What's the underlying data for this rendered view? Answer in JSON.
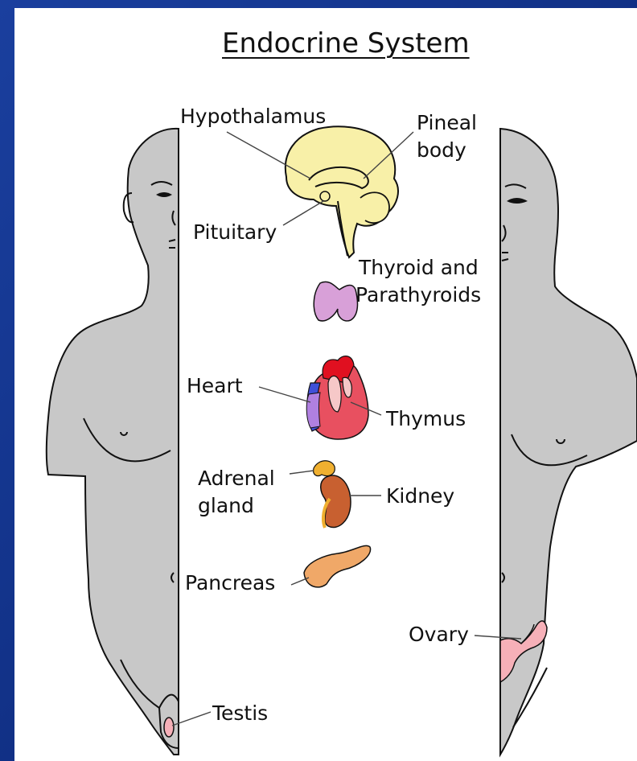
{
  "title": "Endocrine System",
  "labels": {
    "hypothalamus": "Hypothalamus",
    "pineal": [
      "Pineal",
      "body"
    ],
    "pituitary": "Pituitary",
    "thyroid": [
      "Thyroid and",
      "Parathyroids"
    ],
    "heart": "Heart",
    "thymus": "Thymus",
    "adrenal": [
      "Adrenal",
      "gland"
    ],
    "kidney": "Kidney",
    "pancreas": "Pancreas",
    "ovary": "Ovary",
    "testis": "Testis"
  },
  "colors": {
    "background": "#0e2f8e",
    "body_fill": "#c8c8c8",
    "brain": "#f8f0a8",
    "thyroid": "#d8a0d8",
    "heart_red": "#e01020",
    "heart_pink": "#e85060",
    "heart_blue": "#4050d8",
    "heart_violet": "#b080e0",
    "thymus": "#f6c8c8",
    "adrenal": "#f0b030",
    "kidney": "#c86030",
    "pancreas": "#f0a868",
    "ovary": "#f6b0b8"
  }
}
